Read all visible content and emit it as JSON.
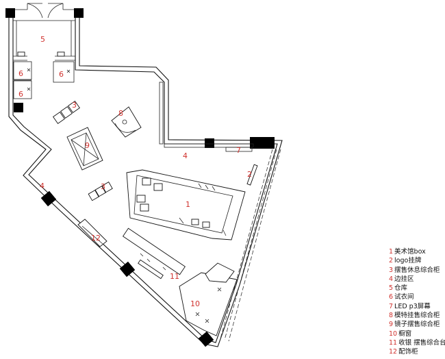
{
  "zone_labels": {
    "z1": "1",
    "z2": "2",
    "z3a": "3",
    "z3b": "3",
    "z4a": "4",
    "z4b": "4",
    "z5": "5",
    "z6a": "6",
    "z6b": "6",
    "z6c": "6",
    "z7": "7",
    "z8": "8",
    "z9": "9",
    "z10": "10",
    "z11": "11",
    "z12": "12"
  },
  "legend": [
    {
      "num": "1",
      "text": "美术馆box"
    },
    {
      "num": "2",
      "text": "logo挂牌"
    },
    {
      "num": "3",
      "text": "摆售休息综合柜"
    },
    {
      "num": "4",
      "text": "边挂区"
    },
    {
      "num": "5",
      "text": "仓库"
    },
    {
      "num": "6",
      "text": "试衣间"
    },
    {
      "num": "7",
      "text": "LED p3屏幕"
    },
    {
      "num": "8",
      "text": "模特挂售综合柜"
    },
    {
      "num": "9",
      "text": "镜子摆售综合柜"
    },
    {
      "num": "10",
      "text": "橱窗"
    },
    {
      "num": "11",
      "text": "收银 摆售综合台"
    },
    {
      "num": "12",
      "text": "配饰柜"
    }
  ],
  "colors": {
    "label": "#d0312d",
    "line": "#111111"
  }
}
